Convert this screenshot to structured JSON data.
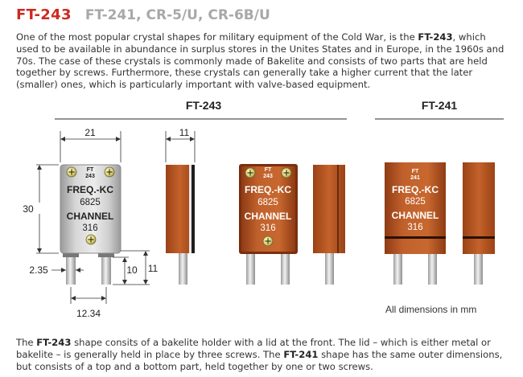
{
  "header": {
    "title": "FT-243",
    "aliases": "FT-241, CR-5/U, CR-6B/U"
  },
  "intro": {
    "p1": "One of the most popular crystal shapes for military equipment of the Cold War, is the ",
    "b1": "FT-243",
    "p2": ", which used to be available in abundance in surplus stores in the Unites States and in Europe, in the 1960s and 70s. The case of these crystals is commonly made of Bakelite and consists of two parts that are held together by screws. Furthermore, these crystals can generally take a higher current that the later (smaller) ones, which is particularly important with valve-based equipment."
  },
  "sections": {
    "ft243": "FT-243",
    "ft241": "FT-241"
  },
  "crystal": {
    "ft_top": "FT",
    "ft_bottom_243": "243",
    "ft_bottom_241": "241",
    "freq_label": "FREQ.-KC",
    "freq_value": "6825",
    "channel_label": "CHANNEL",
    "channel_value": "316"
  },
  "dimensions": {
    "width": "21",
    "depth": "11",
    "height": "30",
    "pin_length_inner": "10",
    "pin_length_outer": "11",
    "pin_offset": "2.35",
    "pin_spacing": "12.34",
    "note": "All dimensions in mm"
  },
  "outro": {
    "p1": "The ",
    "b1": "FT-243",
    "p2": " shape consits of a bakelite holder with a lid at the front. The lid – which is either metal or bakelite – is generally held in place by three screws. The ",
    "b2": "FT-241",
    "p3": " shape has the same outer dimensions, but consists of a top and a bottom part, held together by one or two screws."
  },
  "colors": {
    "title_red": "#cc2a1f",
    "bakelite": "#b5531f",
    "metal": "#c8c8c8"
  }
}
